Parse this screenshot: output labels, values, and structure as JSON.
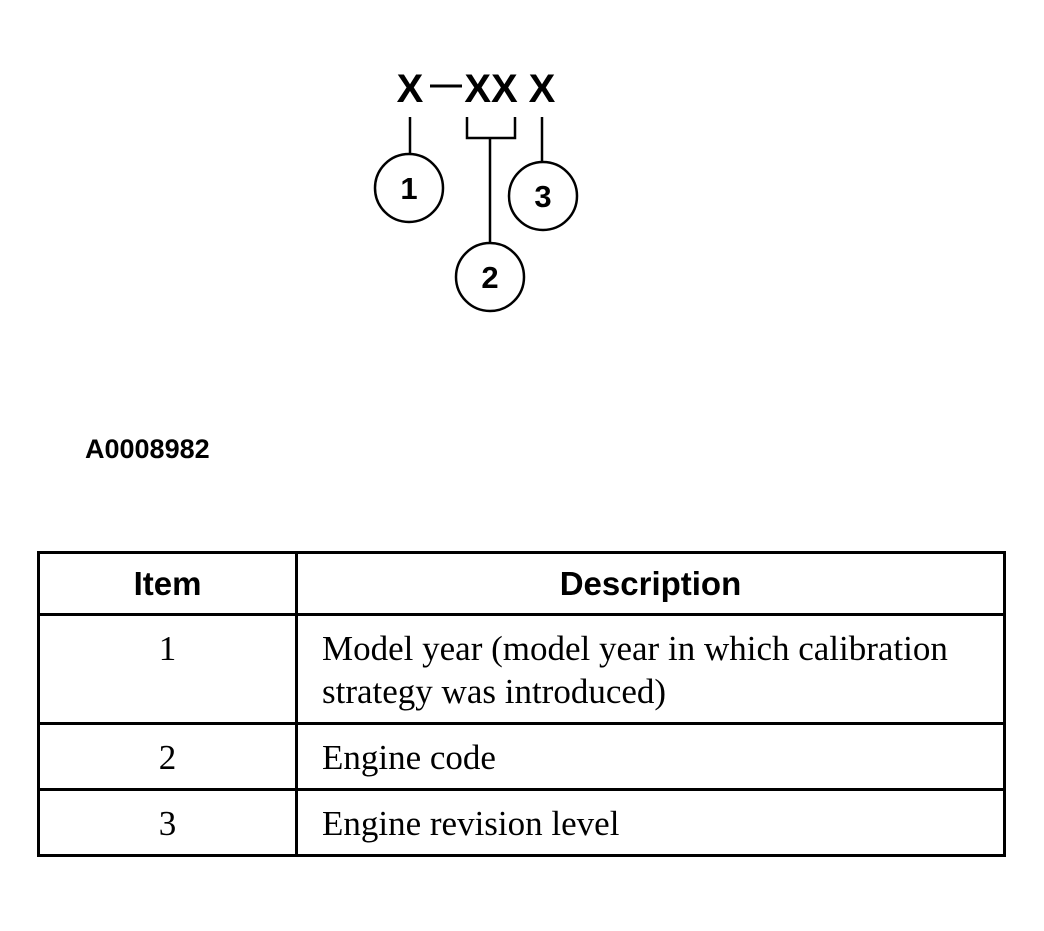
{
  "diagram": {
    "code_parts": [
      "X",
      "XX",
      "X"
    ],
    "callouts": [
      "1",
      "2",
      "3"
    ]
  },
  "figure_id": "A0008982",
  "table": {
    "headers": [
      "Item",
      "Description"
    ],
    "rows": [
      {
        "item": "1",
        "description": "Model year (model year in which calibration strategy was introduced)"
      },
      {
        "item": "2",
        "description": "Engine code"
      },
      {
        "item": "3",
        "description": "Engine revision level"
      }
    ]
  }
}
